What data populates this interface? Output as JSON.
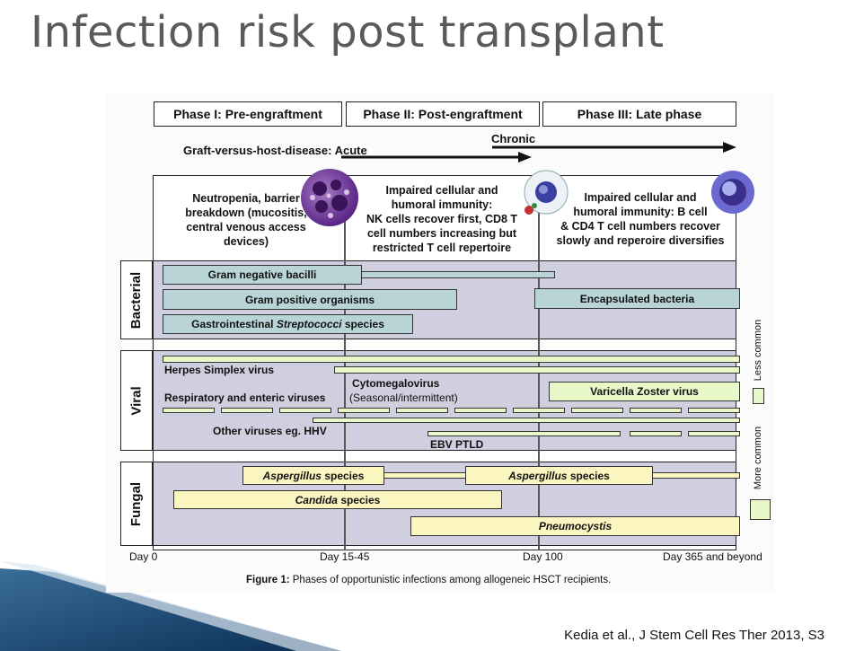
{
  "slide": {
    "title": "Infection risk post transplant",
    "citation": "Kedia et al., J Stem Cell Res Ther 2013, S3"
  },
  "phases": [
    {
      "label": "Phase I: Pre-engraftment"
    },
    {
      "label": "Phase II: Post-engraftment"
    },
    {
      "label": "Phase III: Late phase"
    }
  ],
  "gvhd": {
    "label": "Graft-versus-host-disease:",
    "acute": "Acute",
    "chronic": "Chronic"
  },
  "phase_notes": [
    {
      "lines": [
        "Neutropenia, barrier",
        "breakdown (mucositis,",
        "central venous access",
        "devices)"
      ]
    },
    {
      "lines": [
        "Impaired cellular and",
        "humoral immunity:",
        "NK cells recover first, CD8 T",
        "cell numbers increasing but",
        "restricted T cell repertoire"
      ]
    },
    {
      "lines": [
        "Impaired cellular and",
        "humoral immunity: B cell",
        "& CD4 T cell numbers recover",
        "slowly and reperoire diversifies"
      ]
    }
  ],
  "categories": {
    "bacterial": "Bacterial",
    "viral": "Viral",
    "fungal": "Fungal"
  },
  "bacterial": {
    "gram_negative": "Gram negative bacilli",
    "gram_positive": "Gram positive organisms",
    "gi_strep_prefix": "Gastrointestinal ",
    "gi_strep_italic": "Streptococci",
    "gi_strep_suffix": " species",
    "encapsulated": "Encapsulated bacteria"
  },
  "viral": {
    "herpes": "Herpes Simplex virus",
    "cmv": "Cytomegalovirus",
    "cmv_note": "(Seasonal/intermittent)",
    "respiratory": "Respiratory and enteric viruses",
    "vzv": "Varicella Zoster virus",
    "other": "Other viruses eg. HHV",
    "ebv": "EBV PTLD"
  },
  "fungal": {
    "aspergillus_1_italic": "Aspergillus",
    "aspergillus_1_suffix": " species",
    "aspergillus_2_italic": "Aspergillus",
    "aspergillus_2_suffix": " species",
    "candida_italic": "Candida",
    "candida_suffix": " species",
    "pneumocystis": "Pneumocystis"
  },
  "legend": {
    "less": "Less common",
    "more": "More common"
  },
  "axis": {
    "day0": "Day 0",
    "day15": "Day 15-45",
    "day100": "Day 100",
    "day365": "Day 365 and beyond"
  },
  "caption": {
    "bold": "Figure 1:",
    "text": " Phases of opportunistic infections among allogeneic HSCT recipients."
  },
  "colors": {
    "bacterial_bar": "#b8d4d6",
    "viral_bar": "#e8f8c8",
    "fungal_bar": "#fbf6bf",
    "panel_bg": "#cfcfe0",
    "cell_purple": "#6a2d91"
  }
}
